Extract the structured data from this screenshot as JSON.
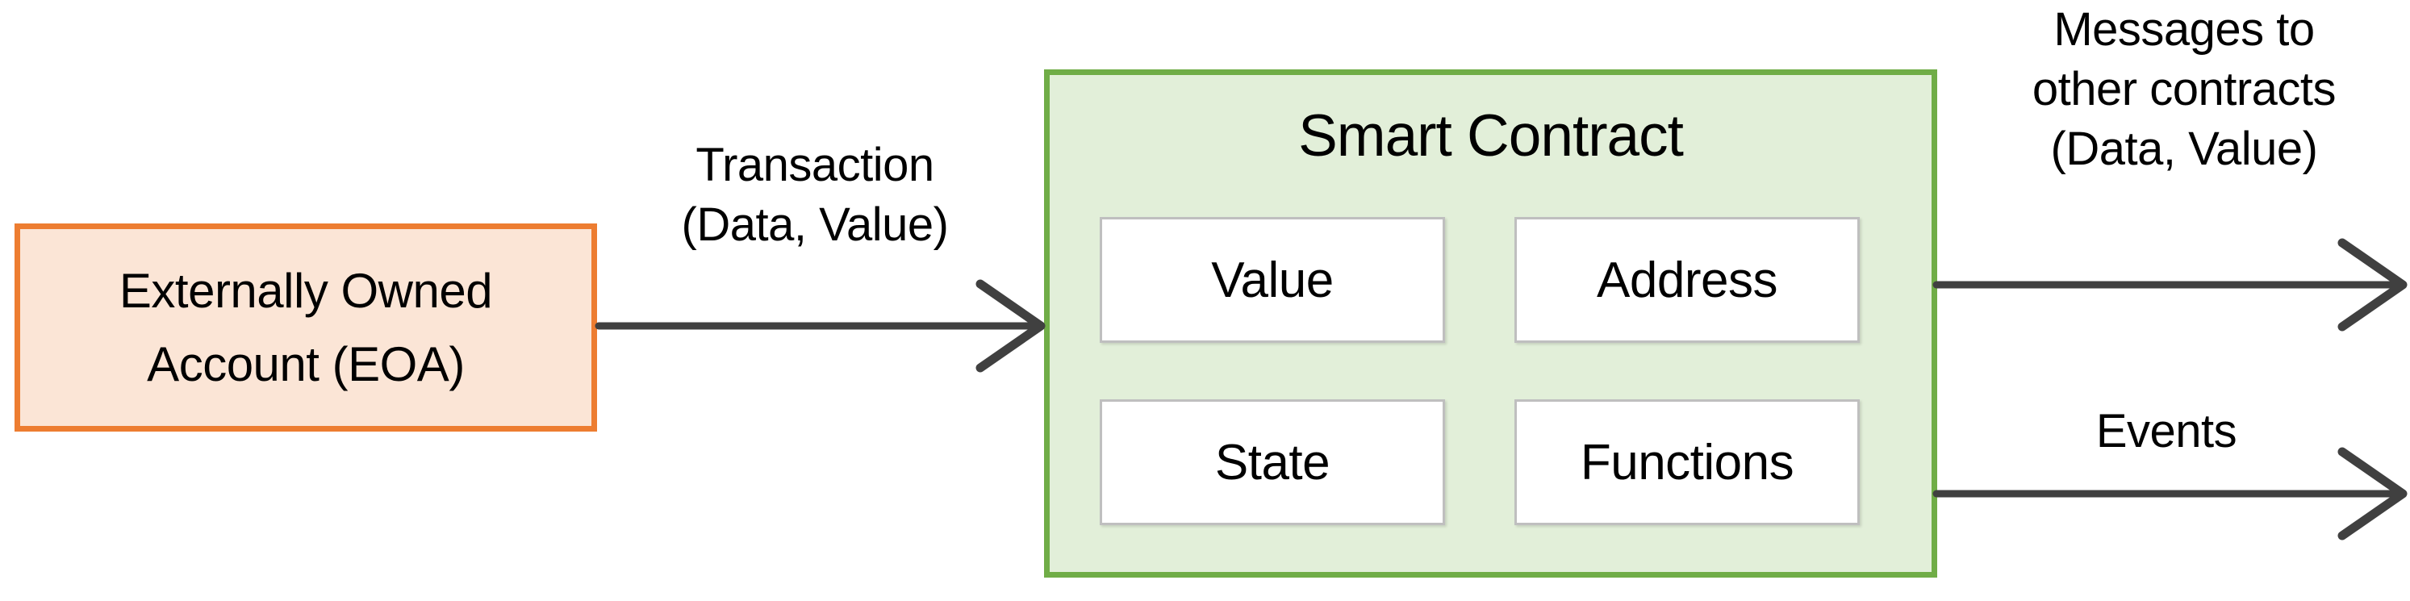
{
  "diagram": {
    "title": "Smart Contract interaction diagram",
    "colors": {
      "eoa_border": "#ED7D31",
      "eoa_fill": "#FBE5D6",
      "contract_border": "#70AD47",
      "contract_fill": "#E2EFD9",
      "cell_border": "#BFBFBF",
      "cell_fill": "#FFFFFF",
      "arrow": "#404040",
      "text": "#000000",
      "background": "#FFFFFF"
    },
    "nodes": {
      "eoa": {
        "line1": "Externally Owned",
        "line2": "Account (EOA)"
      },
      "smart_contract": {
        "title": "Smart Contract",
        "cells": [
          {
            "label": "Value"
          },
          {
            "label": "Address"
          },
          {
            "label": "State"
          },
          {
            "label": "Functions"
          }
        ]
      }
    },
    "edges": {
      "transaction": {
        "line1": "Transaction",
        "line2": "(Data, Value)",
        "from": "eoa",
        "to": "smart_contract",
        "direction": "right"
      },
      "messages": {
        "line1": "Messages to",
        "line2": "other contracts",
        "line3": "(Data, Value)",
        "from": "smart_contract",
        "to": "external",
        "direction": "right"
      },
      "events": {
        "line1": "Events",
        "from": "smart_contract",
        "to": "external",
        "direction": "right"
      }
    }
  }
}
